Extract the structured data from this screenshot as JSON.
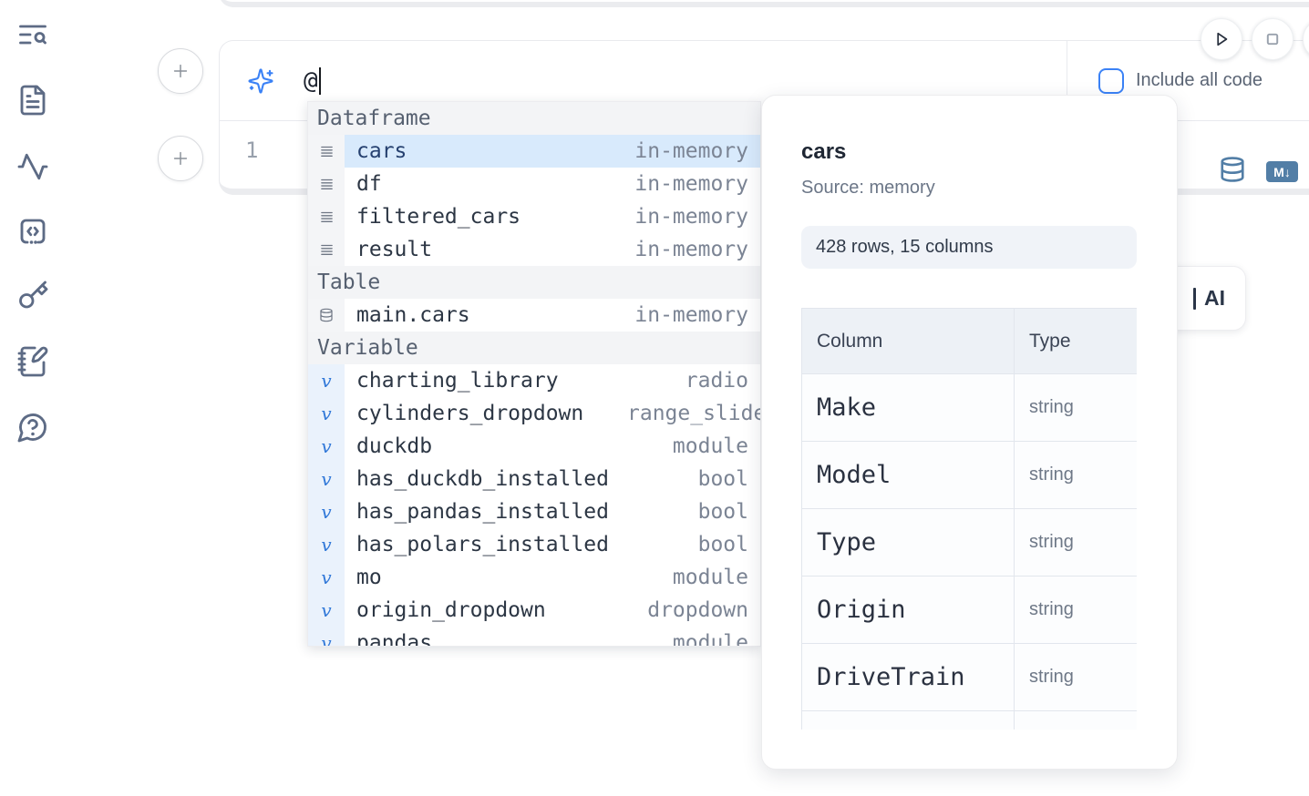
{
  "sidebar": {
    "items": [
      {
        "id": "search",
        "icon": "text-search-icon"
      },
      {
        "id": "files",
        "icon": "file-text-icon"
      },
      {
        "id": "activity",
        "icon": "activity-icon"
      },
      {
        "id": "snippets",
        "icon": "code-snippets-icon"
      },
      {
        "id": "secrets",
        "icon": "key-icon"
      },
      {
        "id": "scratchpad",
        "icon": "notebook-pen-icon"
      },
      {
        "id": "help",
        "icon": "help-circle-icon"
      }
    ]
  },
  "run_controls": {
    "buttons": [
      {
        "id": "run",
        "icon": "play-icon"
      },
      {
        "id": "stop",
        "icon": "stop-icon"
      },
      {
        "id": "partial",
        "icon": "hidden"
      }
    ]
  },
  "cell": {
    "prompt": {
      "value": "@",
      "icon": "sparkles-icon"
    },
    "include_all_code": {
      "label": "Include all code",
      "checked": false
    },
    "editor": {
      "line_number": "1"
    },
    "output_actions": {
      "markdown_label": "M↓"
    }
  },
  "ai_button": {
    "label": "AI"
  },
  "completion_menu": {
    "sections": [
      {
        "label": "Dataframe",
        "items": [
          {
            "name": "cars",
            "type": "in-memory",
            "icon": "rows-icon",
            "selected": true
          },
          {
            "name": "df",
            "type": "in-memory",
            "icon": "rows-icon",
            "selected": false
          },
          {
            "name": "filtered_cars",
            "type": "in-memory",
            "icon": "rows-icon",
            "selected": false
          },
          {
            "name": "result",
            "type": "in-memory",
            "icon": "rows-icon",
            "selected": false
          }
        ]
      },
      {
        "label": "Table",
        "items": [
          {
            "name": "main.cars",
            "type": "in-memory",
            "icon": "database-icon",
            "selected": false
          }
        ]
      },
      {
        "label": "Variable",
        "items": [
          {
            "name": "charting_library",
            "type": "radio",
            "icon": "variable-icon",
            "selected": false
          },
          {
            "name": "cylinders_dropdown",
            "type": "range_slider",
            "icon": "variable-icon",
            "selected": false
          },
          {
            "name": "duckdb",
            "type": "module",
            "icon": "variable-icon",
            "selected": false
          },
          {
            "name": "has_duckdb_installed",
            "type": "bool",
            "icon": "variable-icon",
            "selected": false
          },
          {
            "name": "has_pandas_installed",
            "type": "bool",
            "icon": "variable-icon",
            "selected": false
          },
          {
            "name": "has_polars_installed",
            "type": "bool",
            "icon": "variable-icon",
            "selected": false
          },
          {
            "name": "mo",
            "type": "module",
            "icon": "variable-icon",
            "selected": false
          },
          {
            "name": "origin_dropdown",
            "type": "dropdown",
            "icon": "variable-icon",
            "selected": false
          },
          {
            "name": "pandas",
            "type": "module",
            "icon": "variable-icon",
            "selected": false
          }
        ]
      }
    ]
  },
  "preview_panel": {
    "title": "cars",
    "source": "Source: memory",
    "shape": "428 rows, 15 columns",
    "table": {
      "headers": [
        "Column",
        "Type"
      ],
      "rows": [
        [
          "Make",
          "string"
        ],
        [
          "Model",
          "string"
        ],
        [
          "Type",
          "string"
        ],
        [
          "Origin",
          "string"
        ],
        [
          "DriveTrain",
          "string"
        ],
        [
          "",
          ""
        ]
      ]
    }
  },
  "colors": {
    "accent_blue": "#3b82f6",
    "selection_blue": "#d8eafc",
    "steel_blue_icon": "#527ea6",
    "cell_border": "#e9eaee",
    "header_gray": "#f3f4f6"
  }
}
